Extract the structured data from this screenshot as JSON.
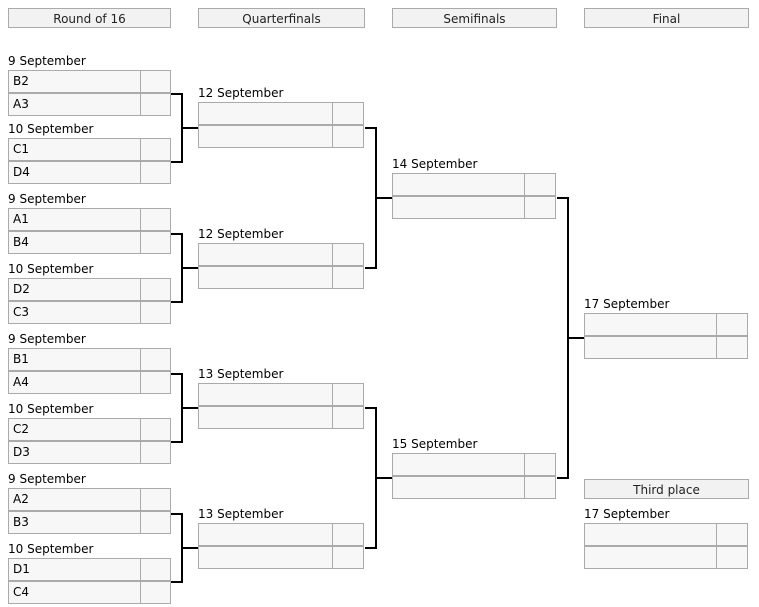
{
  "rounds": [
    "Round of 16",
    "Quarterfinals",
    "Semifinals",
    "Final"
  ],
  "third_place_label": "Third place",
  "r16": [
    {
      "date": "9 September",
      "team1": "B2",
      "team2": "A3"
    },
    {
      "date": "10 September",
      "team1": "C1",
      "team2": "D4"
    },
    {
      "date": "9 September",
      "team1": "A1",
      "team2": "B4"
    },
    {
      "date": "10 September",
      "team1": "D2",
      "team2": "C3"
    },
    {
      "date": "9 September",
      "team1": "B1",
      "team2": "A4"
    },
    {
      "date": "10 September",
      "team1": "C2",
      "team2": "D3"
    },
    {
      "date": "9 September",
      "team1": "A2",
      "team2": "B3"
    },
    {
      "date": "10 September",
      "team1": "D1",
      "team2": "C4"
    }
  ],
  "qf": [
    {
      "date": "12 September",
      "team1": "",
      "team2": ""
    },
    {
      "date": "12 September",
      "team1": "",
      "team2": ""
    },
    {
      "date": "13 September",
      "team1": "",
      "team2": ""
    },
    {
      "date": "13 September",
      "team1": "",
      "team2": ""
    }
  ],
  "sf": [
    {
      "date": "14 September",
      "team1": "",
      "team2": ""
    },
    {
      "date": "15 September",
      "team1": "",
      "team2": ""
    }
  ],
  "final": {
    "date": "17 September",
    "team1": "",
    "team2": ""
  },
  "third_place": {
    "date": "17 September",
    "team1": "",
    "team2": ""
  }
}
